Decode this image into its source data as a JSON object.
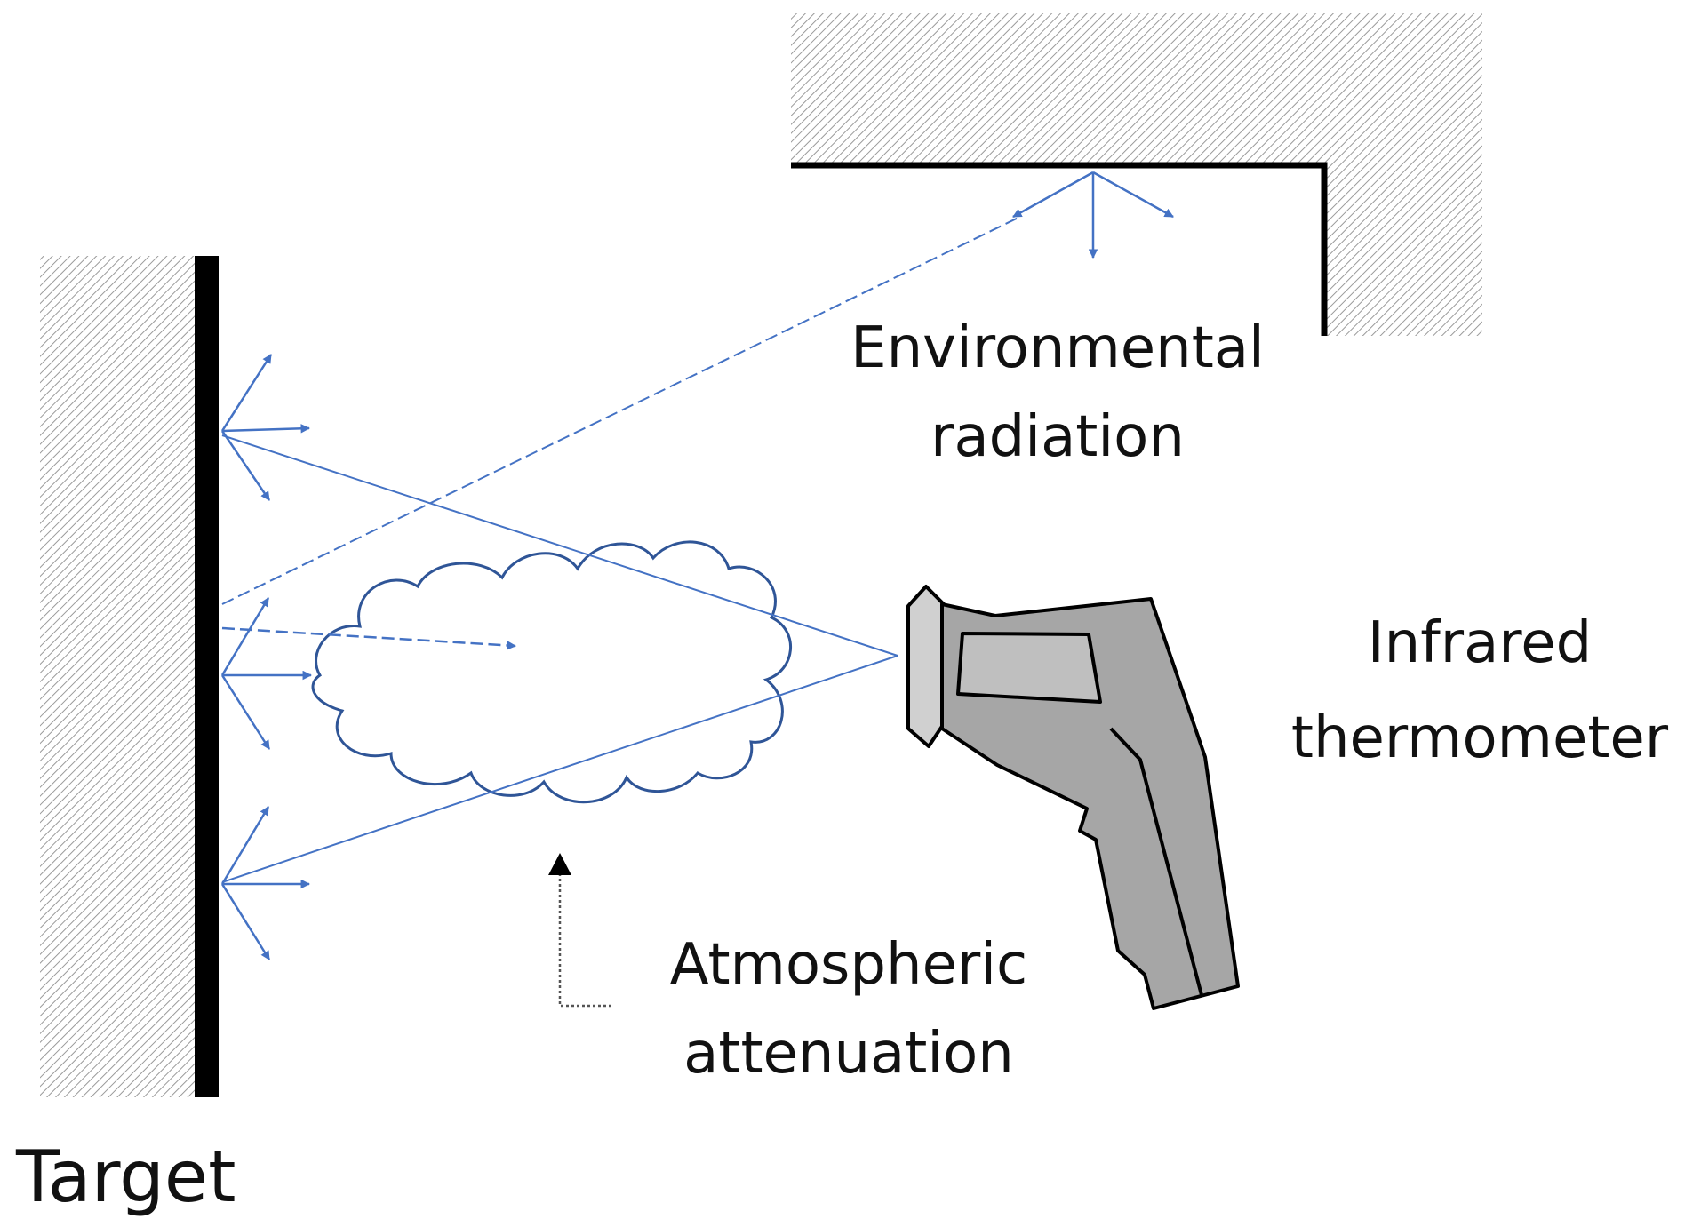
{
  "labels": {
    "environmental": "Environmental",
    "radiation": "radiation",
    "infrared": "Infrared",
    "thermometer": "thermometer",
    "atmospheric": "Atmospheric",
    "attenuation": "attenuation",
    "target": "Target"
  },
  "colors": {
    "ray": "#4472c4",
    "cloud": "#2f5597",
    "hatch": "#9a9a9a",
    "wall": "#000000",
    "device_body": "#a6a6a6",
    "device_screen": "#bfbfbf",
    "device_outline": "#000000",
    "text": "#111111"
  }
}
